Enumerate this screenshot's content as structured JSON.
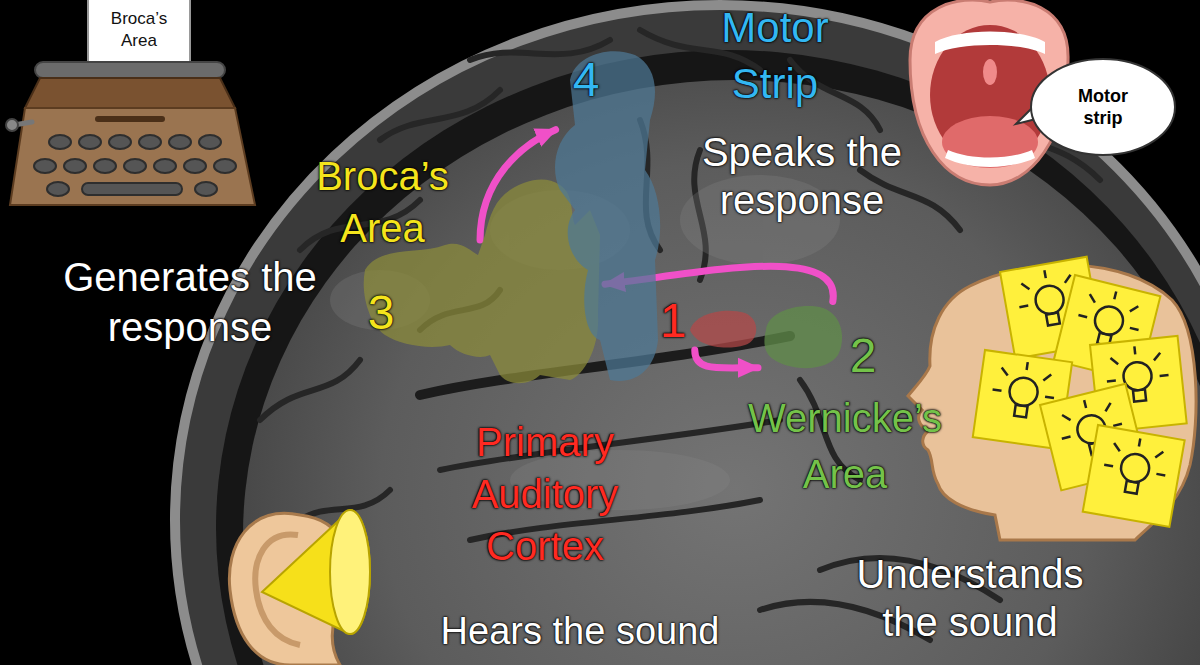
{
  "diagram": {
    "nodes": [
      {
        "text": [
          "1",
          "Primary Auditory Cortex"
        ]
      },
      {
        "text": [
          "2",
          "Wernicke’s Area"
        ]
      },
      {
        "text": [
          "3",
          "Broca’s Area"
        ]
      },
      {
        "text": [
          "4",
          "Motor Strip"
        ]
      }
    ],
    "edges": [
      {
        "from": 0,
        "to": 1,
        "arrow": "to"
      },
      {
        "from": 1,
        "to": 2,
        "arrow": "to"
      },
      {
        "from": 2,
        "to": 3,
        "arrow": "to"
      }
    ],
    "labels": [
      "Broca’s Area",
      "Motor strip",
      "Speaks the response",
      "Generates the response",
      "Understands the sound",
      "Hears the sound"
    ]
  }
}
